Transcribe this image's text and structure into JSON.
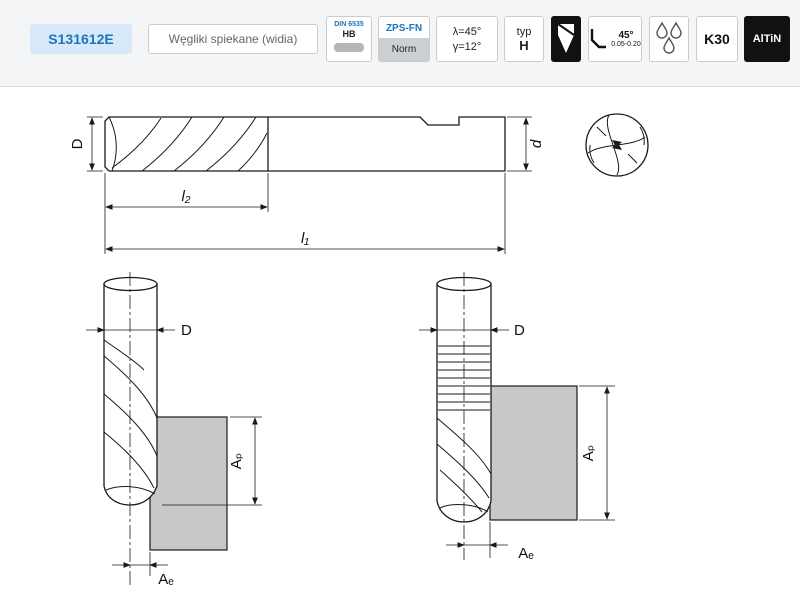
{
  "header": {
    "product_code": "S131612E",
    "material_label": "Węgliki spiekane (widia)",
    "shank_norm": {
      "line1": "DIN 6535",
      "line2": "HB"
    },
    "manufacturer": {
      "brand": "ZPS-FN",
      "norm": "Norm"
    },
    "geometry": {
      "helix_angle": "λ=45°",
      "rake_angle": "γ=12°"
    },
    "type": {
      "label": "typ",
      "value": "H"
    },
    "chamfer": {
      "angle": "45°",
      "range": "0.05-0.20"
    },
    "grade": "K30",
    "coating": "AlTiN"
  },
  "drawing": {
    "labels": {
      "diameter": "D",
      "shank_diameter": "d",
      "flute_length": "l₂",
      "overall_length": "l₁",
      "axial_depth": "Aₚ",
      "radial_depth": "Aₑ"
    }
  },
  "colors": {
    "accent_blue": "#1b75bc",
    "code_background": "#d7e9f8",
    "workpiece_gray": "#c8c8c8",
    "badge_black": "#111111"
  }
}
